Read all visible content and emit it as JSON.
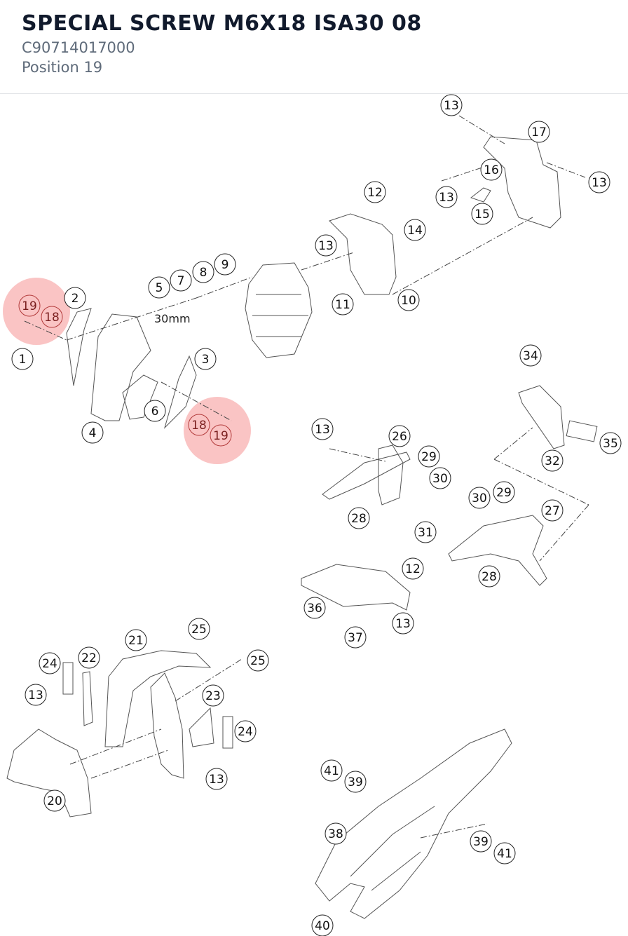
{
  "part": {
    "name": "SPECIAL SCREW M6X18 ISA30 08",
    "number": "C90714017000",
    "position": "Position 19"
  },
  "diagram": {
    "dimension_note": "30mm",
    "highlight_color": "#f26b6b",
    "callouts": [
      "1",
      "2",
      "3",
      "4",
      "5",
      "6",
      "7",
      "8",
      "9",
      "10",
      "11",
      "12",
      "13",
      "14",
      "15",
      "16",
      "17",
      "18",
      "19",
      "20",
      "21",
      "22",
      "23",
      "24",
      "25",
      "26",
      "27",
      "28",
      "29",
      "30",
      "31",
      "32",
      "34",
      "35",
      "36",
      "37",
      "38",
      "39",
      "40",
      "41"
    ]
  }
}
